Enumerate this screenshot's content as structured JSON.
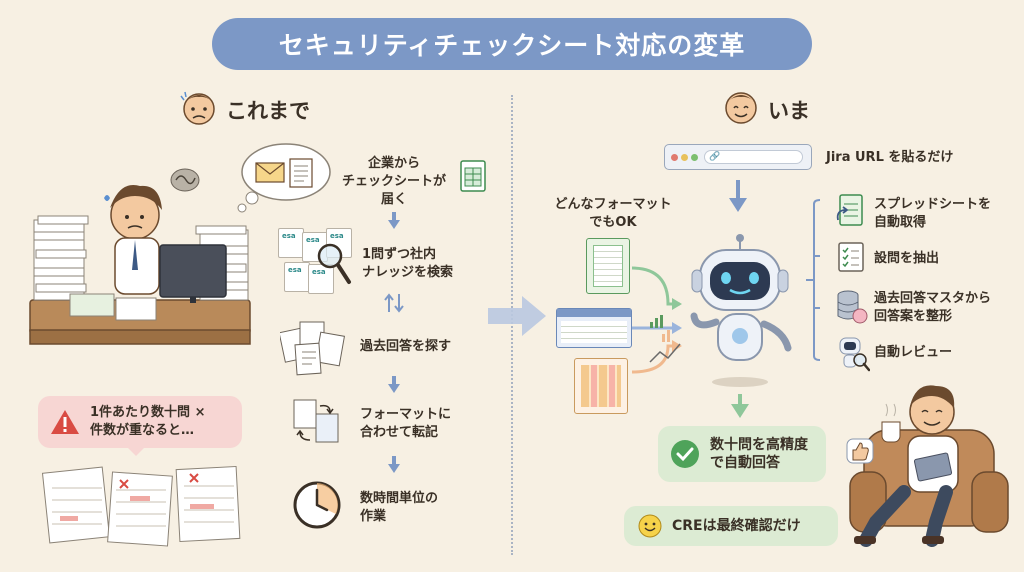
{
  "title": "セキュリティチェックシート対応の変革",
  "before": {
    "heading": "これまで",
    "steps": [
      {
        "text": "企業から\nチェックシートが\n届く"
      },
      {
        "text": "1問ずつ社内\nナレッジを検索"
      },
      {
        "text": "過去回答を探す"
      },
      {
        "text": "フォーマットに\n合わせて転記"
      },
      {
        "text": "数時間単位の\n作業"
      }
    ],
    "esa_labels": [
      "esa",
      "esa",
      "esa",
      "esa",
      "esa"
    ],
    "callout": "1件あたり数十問 ×\n件数が重なると…"
  },
  "after": {
    "heading": "いま",
    "url_label": "Jira URL を貼るだけ",
    "format_label": "どんなフォーマット\nでもOK",
    "tasks": [
      {
        "text": "スプレッドシートを\n自動取得"
      },
      {
        "text": "設問を抽出"
      },
      {
        "text": "過去回答マスタから\n回答案を整形"
      },
      {
        "text": "自動レビュー"
      }
    ],
    "result": "数十問を高精度\nで自動回答",
    "cre": "CREは最終確認だけ"
  },
  "colors": {
    "accent_blue": "#7c98c6",
    "background": "#f7f0e3",
    "green_box": "#dcebd3",
    "red_box": "#f7d6d3"
  }
}
